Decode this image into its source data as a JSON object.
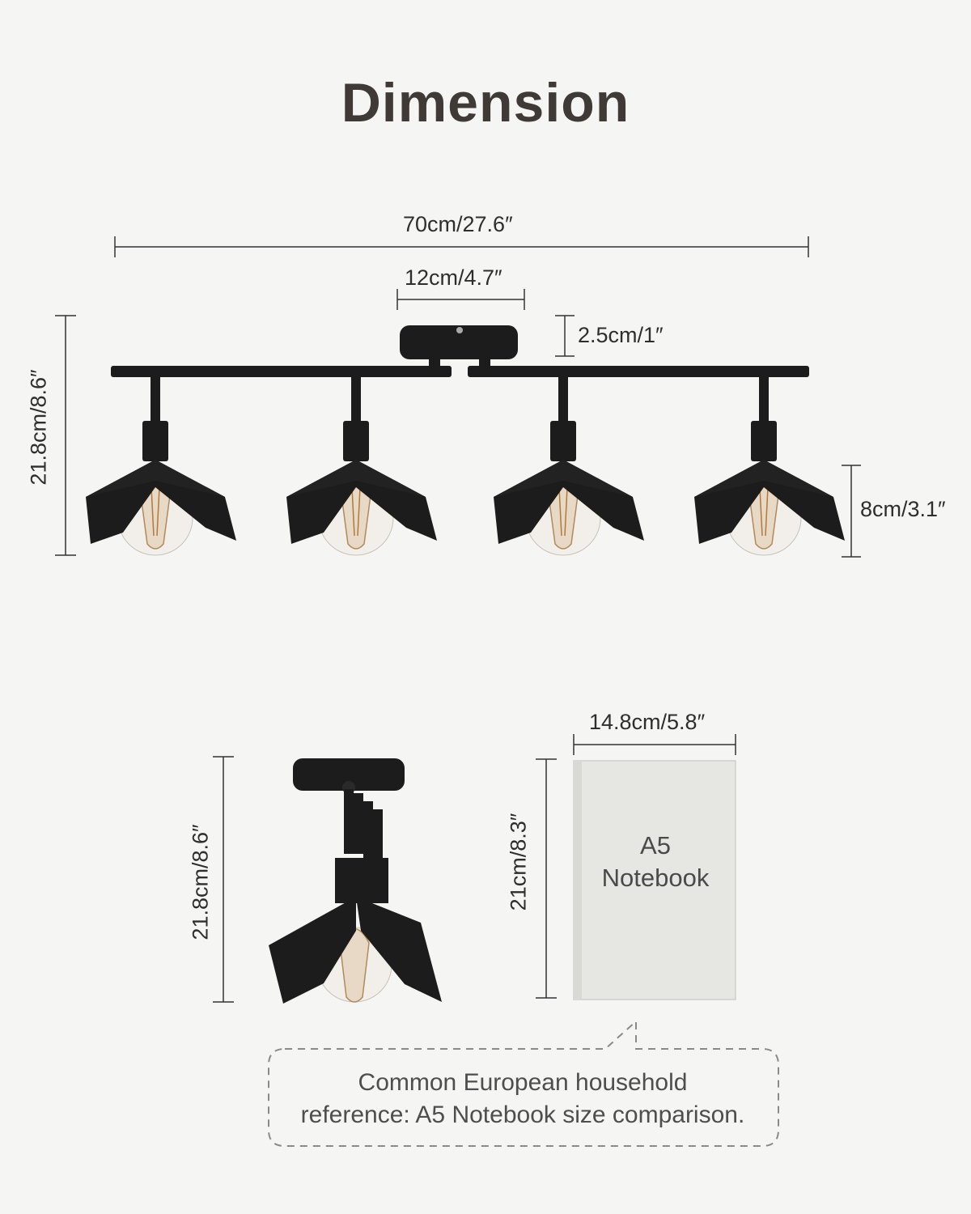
{
  "title": "Dimension",
  "top_view": {
    "overall_width": "70cm/27.6″",
    "canopy_width": "12cm/4.7″",
    "canopy_height": "2.5cm/1″",
    "total_height": "21.8cm/8.6″",
    "shade_height": "8cm/3.1″",
    "heads": 4
  },
  "side_view": {
    "height": "21.8cm/8.6″"
  },
  "notebook": {
    "width": "14.8cm/5.8″",
    "height": "21cm/8.3″",
    "label_line1": "A5",
    "label_line2": "Notebook"
  },
  "note": {
    "line1": "Common European household",
    "line2": "reference: A5 Notebook size comparison."
  },
  "colors": {
    "background": "#f5f5f4",
    "fixture": "#1c1c1c",
    "notebook": "#e6e6e3"
  }
}
